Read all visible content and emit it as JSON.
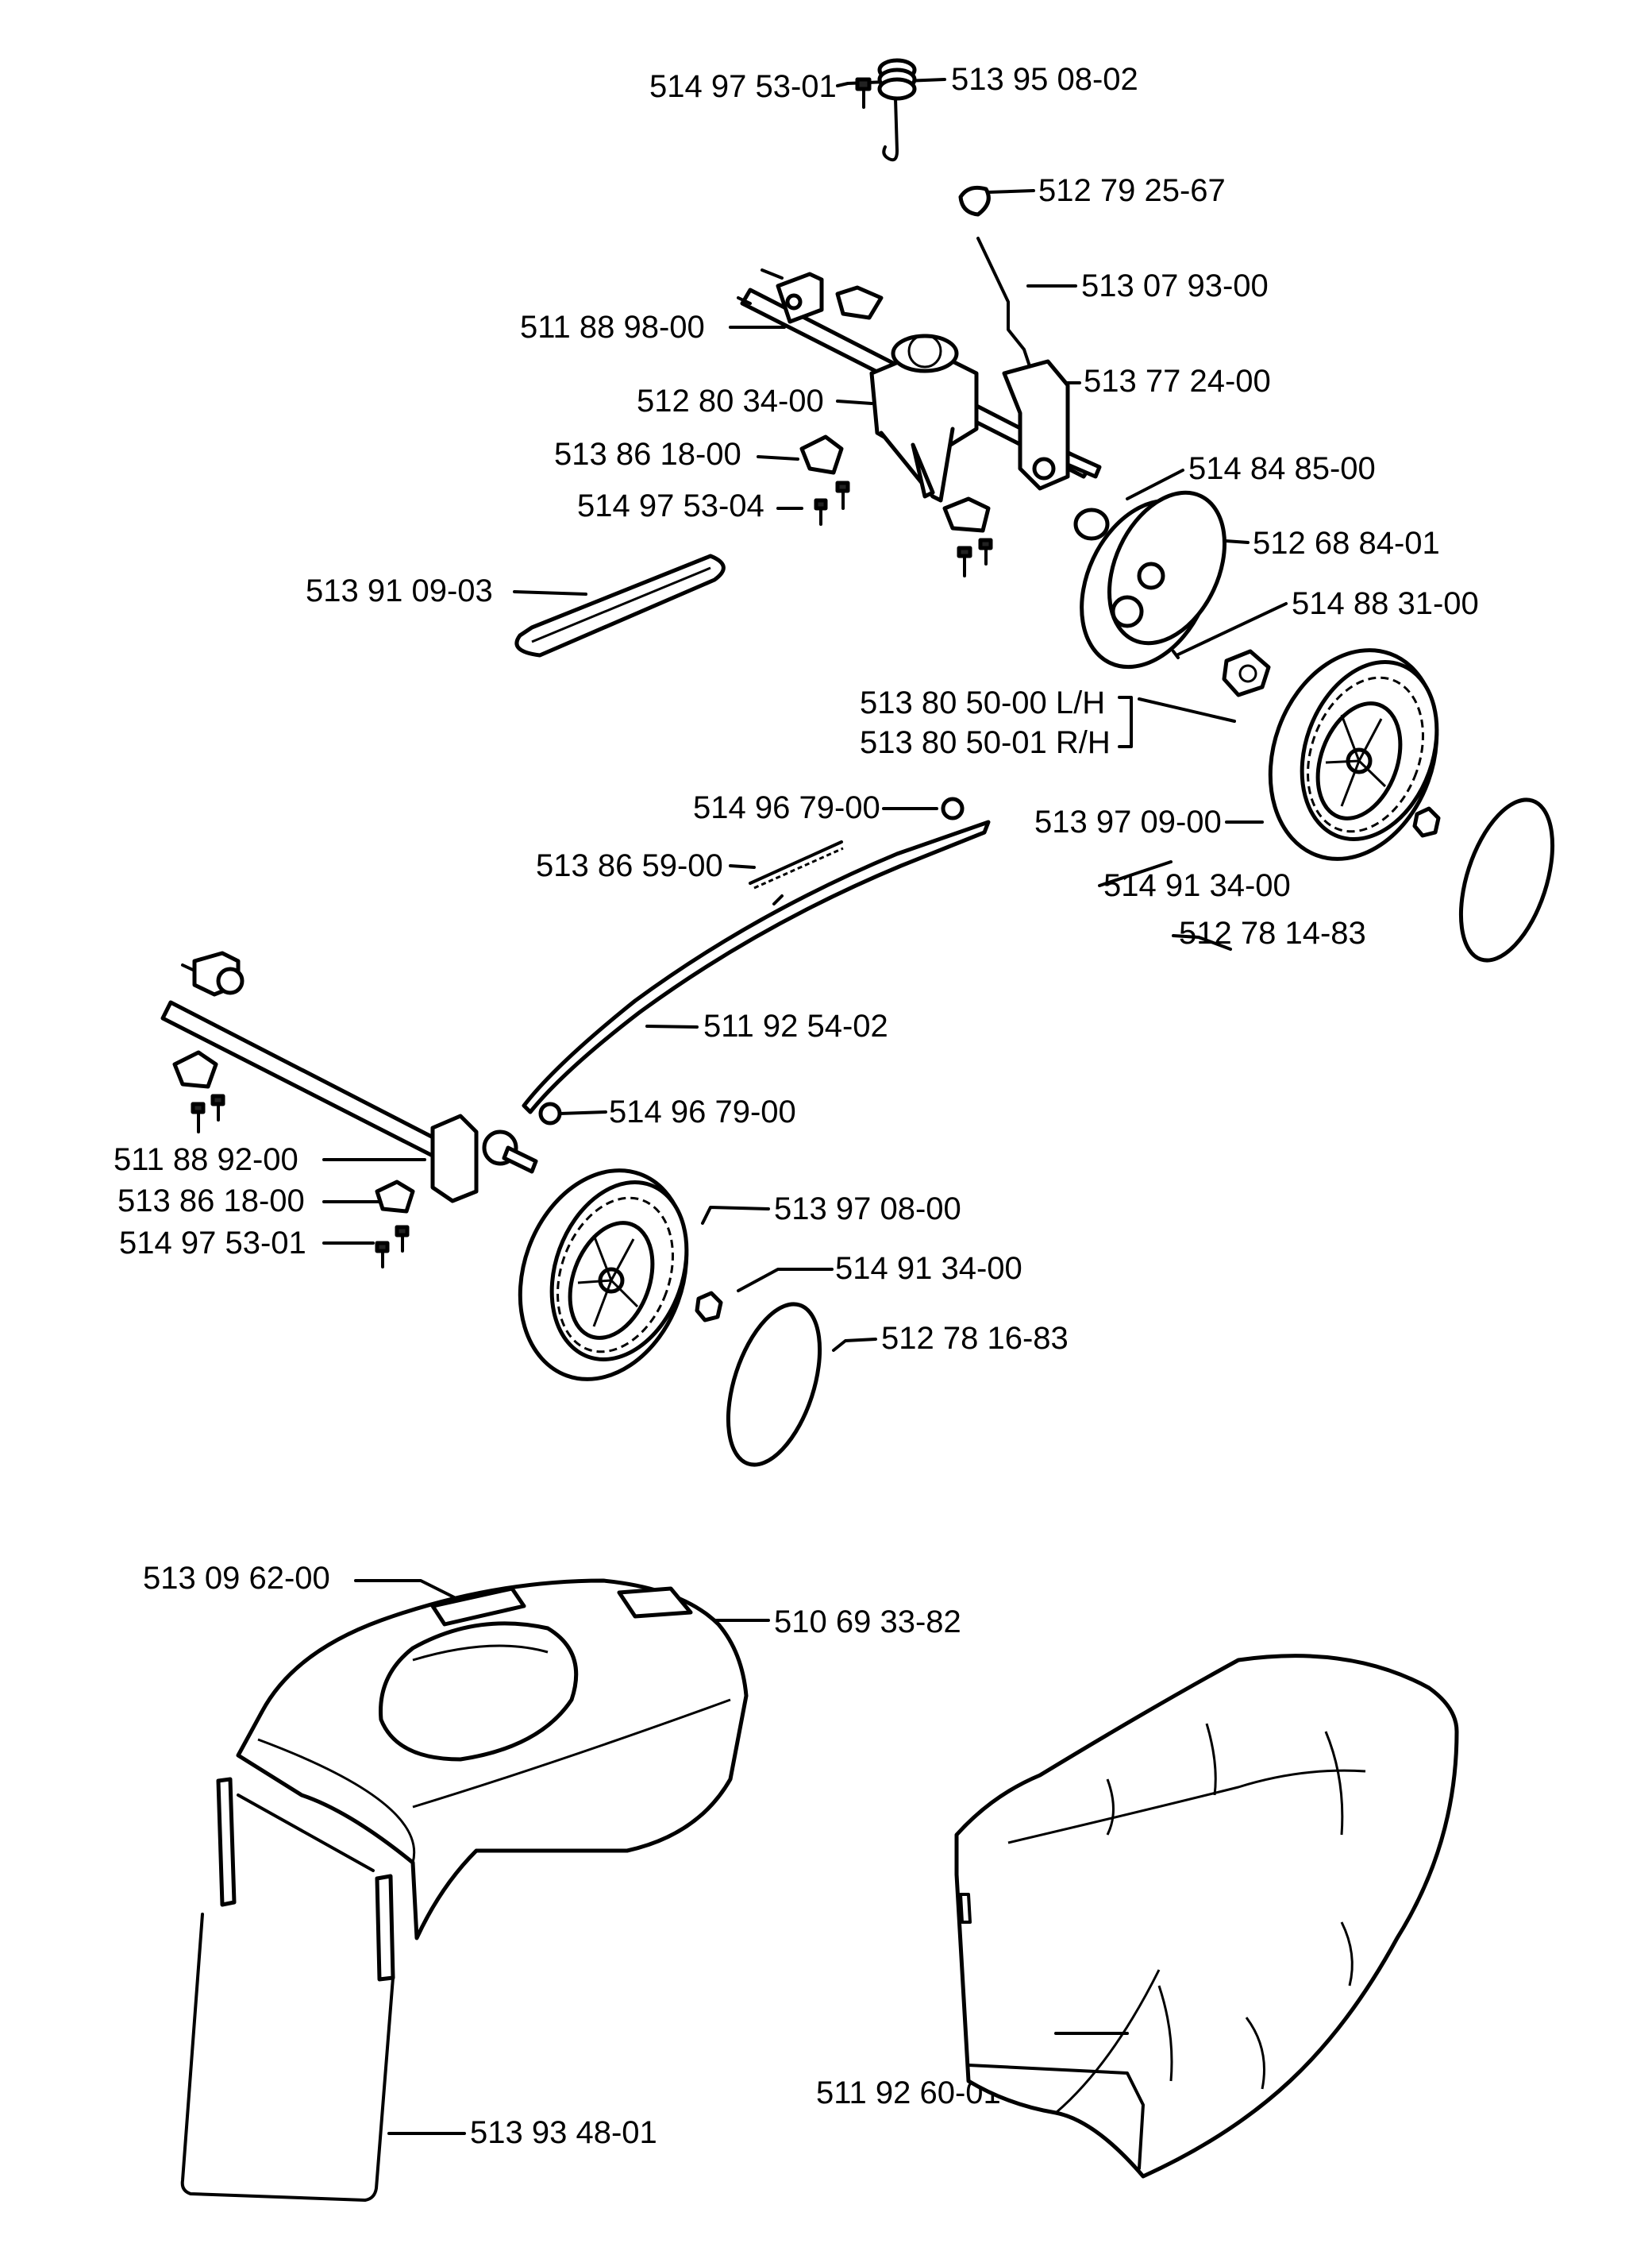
{
  "labels": [
    {
      "id": "spring-screw",
      "text": "514 97 53-01"
    },
    {
      "id": "spring",
      "text": "513 95 08-02"
    },
    {
      "id": "knob",
      "text": "512 79 25-67"
    },
    {
      "id": "lever-rod",
      "text": "513 07 93-00"
    },
    {
      "id": "rear-axle",
      "text": "511 88 98-00"
    },
    {
      "id": "bracket-right",
      "text": "513 77 24-00"
    },
    {
      "id": "gearbox",
      "text": "512 80 34-00"
    },
    {
      "id": "clip-upper",
      "text": "513 86 18-00"
    },
    {
      "id": "pulley-bushing",
      "text": "514 84 85-00"
    },
    {
      "id": "screw-upper",
      "text": "514 97 53-04"
    },
    {
      "id": "pulley-cover",
      "text": "512 68 84-01"
    },
    {
      "id": "drive-belt",
      "text": "513 91 09-03"
    },
    {
      "id": "small-screw",
      "text": "514 88 31-00"
    },
    {
      "id": "pinion-lh",
      "text": "513 80 50-00 L/H"
    },
    {
      "id": "pinion-rh",
      "text": "513 80 50-01 R/H"
    },
    {
      "id": "washer-upper",
      "text": "514 96 79-00"
    },
    {
      "id": "rear-wheel",
      "text": "513 97 09-00"
    },
    {
      "id": "tension-spring",
      "text": "513 86 59-00"
    },
    {
      "id": "nut-upper",
      "text": "514 91 34-00"
    },
    {
      "id": "hubcap-rear",
      "text": "512 78 14-83"
    },
    {
      "id": "height-rod",
      "text": "511 92 54-02"
    },
    {
      "id": "washer-lower",
      "text": "514 96 79-00"
    },
    {
      "id": "front-axle",
      "text": "511 88 92-00"
    },
    {
      "id": "clip-lower",
      "text": "513 86 18-00"
    },
    {
      "id": "front-wheel",
      "text": "513 97  08-00"
    },
    {
      "id": "screw-lower",
      "text": "514 97 53-01"
    },
    {
      "id": "nut-lower",
      "text": "514 91 34-00"
    },
    {
      "id": "hubcap-front",
      "text": "512 78 16-83"
    },
    {
      "id": "decal",
      "text": "513 09 62-00"
    },
    {
      "id": "grass-bag-top",
      "text": "510 69 33-82"
    },
    {
      "id": "bag-frame",
      "text": "513 93 48-01"
    },
    {
      "id": "grass-bag-fabric",
      "text": "511 92 60-01"
    }
  ]
}
